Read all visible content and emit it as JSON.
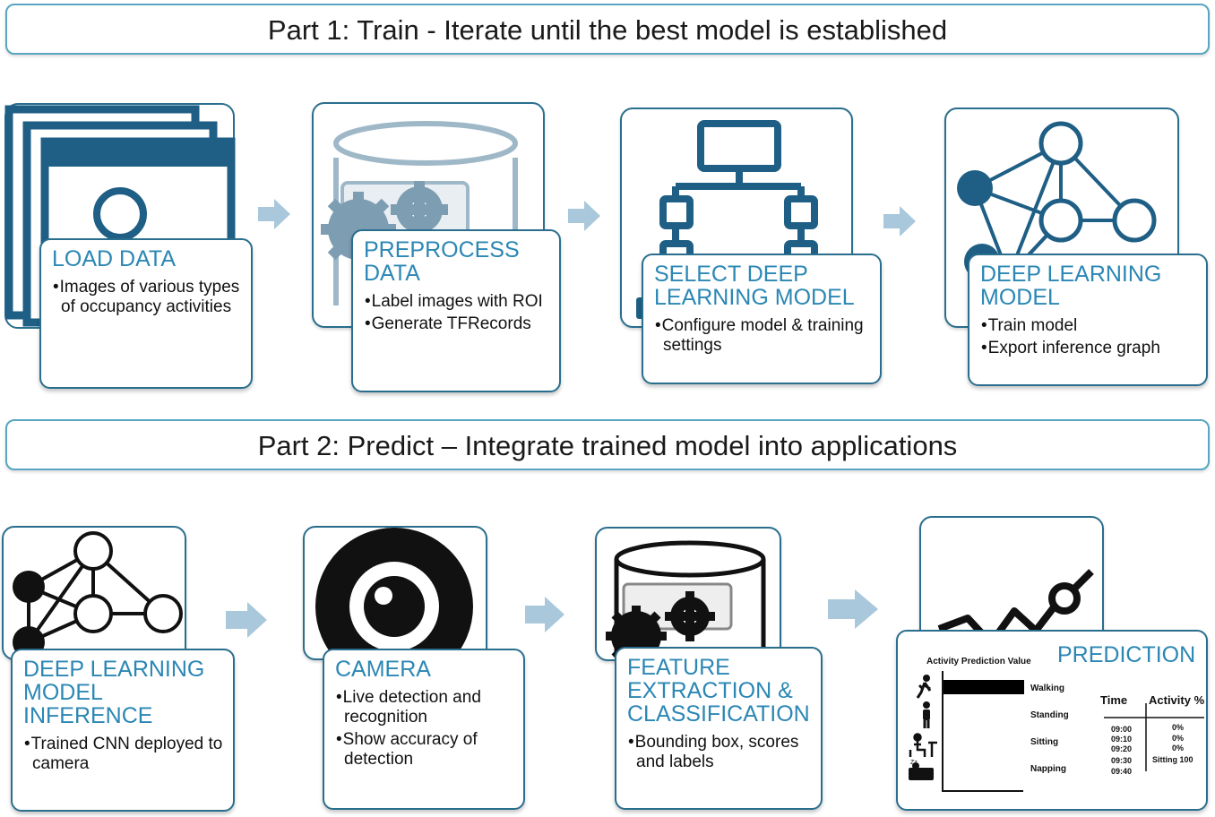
{
  "part1": {
    "title": "Part 1: Train - Iterate until the best model is established",
    "steps": [
      {
        "title": "LOAD DATA",
        "bullets": [
          "Images of various types of occupancy activities"
        ]
      },
      {
        "title": "PREPROCESS DATA",
        "bullets": [
          "Label images with ROI",
          "Generate TFRecords"
        ]
      },
      {
        "title": "SELECT DEEP LEARNING MODEL",
        "bullets": [
          "Configure model & training settings"
        ]
      },
      {
        "title": "DEEP LEARNING MODEL",
        "bullets": [
          "Train model",
          "Export inference graph"
        ]
      }
    ]
  },
  "part2": {
    "title": "Part 2: Predict – Integrate trained model into applications",
    "steps": [
      {
        "title": "DEEP LEARNING MODEL INFERENCE",
        "bullets": [
          "Trained CNN deployed to camera"
        ]
      },
      {
        "title": "CAMERA",
        "bullets": [
          "Live detection and recognition",
          "Show accuracy of detection"
        ]
      },
      {
        "title": "FEATURE EXTRACTION & CLASSIFICATION",
        "bullets": [
          "Bounding box, scores and labels"
        ]
      },
      {
        "title": "PREDICTION"
      }
    ]
  },
  "prediction": {
    "chart_title": "Activity Prediction Value",
    "activities": [
      "Walking",
      "Standing",
      "Sitting",
      "Napping"
    ],
    "values": [
      100,
      0,
      0,
      0
    ],
    "table_headers": {
      "time": "Time",
      "activity": "Activity %"
    },
    "times": [
      "09:00",
      "09:10",
      "09:20",
      "09:30",
      "09:40"
    ],
    "percents": [
      "0%",
      "0%",
      "0%"
    ],
    "sitting_value": "Sitting 100"
  },
  "colors": {
    "accent": "#2b87b4",
    "border": "#2a6e8e",
    "banner_border": "#58a6c1",
    "arrow": "#a9c8db",
    "icon": "#1f5f85"
  }
}
